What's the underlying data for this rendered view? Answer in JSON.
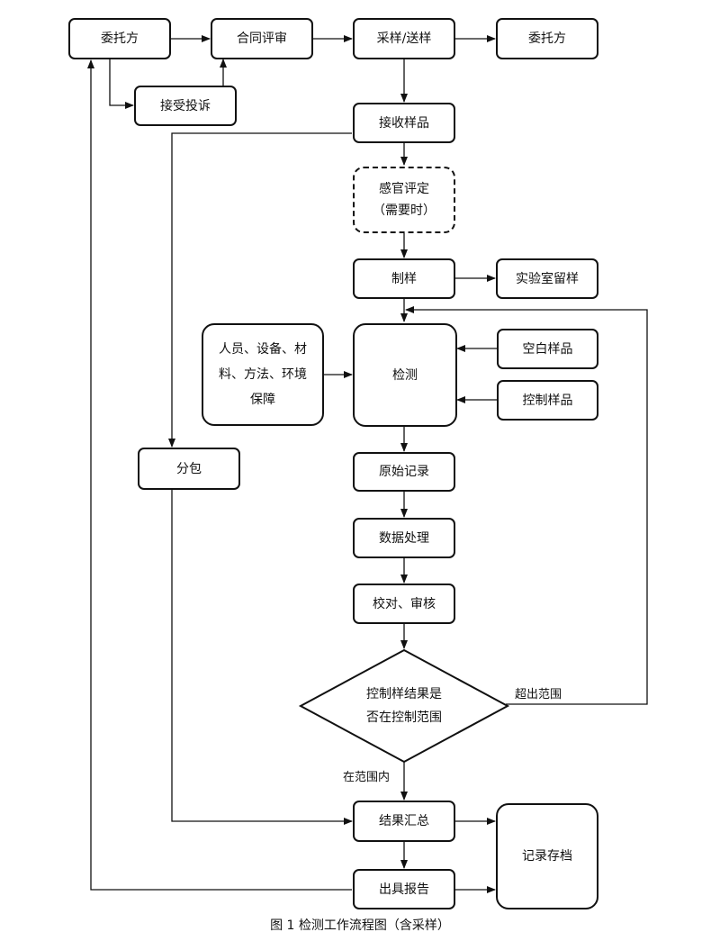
{
  "nodes": {
    "client_1": "委托方",
    "contract_review": "合同评审",
    "sampling": "采样/送样",
    "client_2": "委托方",
    "complaint": "接受投诉",
    "receive_sample": "接收样品",
    "sensory_eval": "感官评定\n（需要时）",
    "sample_prep": "制样",
    "lab_retention": "实验室留样",
    "resources": "人员、设备、材\n料、方法、环境\n保障",
    "testing": "检测",
    "blank_sample": "空白样品",
    "control_sample": "控制样品",
    "subcontract": "分包",
    "raw_record": "原始记录",
    "data_processing": "数据处理",
    "proofread_review": "校对、审核",
    "decision": "控制样结果是\n否在控制范围",
    "results_summary": "结果汇总",
    "issue_report": "出具报告",
    "record_archive": "记录存档"
  },
  "labels": {
    "out_of_range": "超出范围",
    "in_range": "在范围内"
  },
  "caption": "图 1  检测工作流程图（含采样）"
}
